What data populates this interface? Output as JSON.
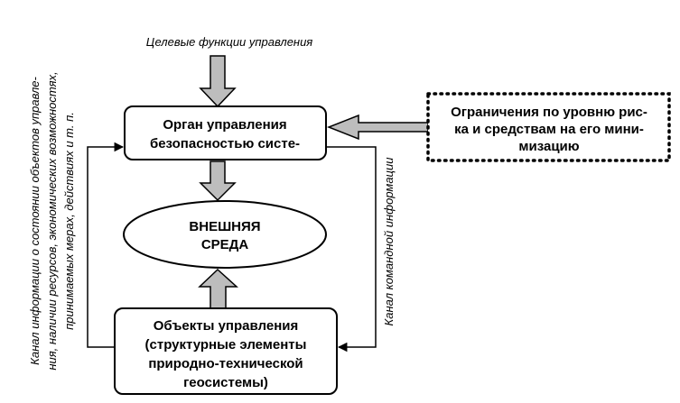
{
  "top_label": "Целевые функции управления",
  "control_body": {
    "line1": "Орган управления",
    "line2": "безопасностью систе-"
  },
  "environment": {
    "line1": "ВНЕШНЯЯ",
    "line2": "СРЕДА"
  },
  "objects": {
    "line1": "Объекты управления",
    "line2": "(структурные  элементы",
    "line3": "природно-технической",
    "line4": "геосистемы)"
  },
  "constraints": {
    "line1": "Ограничения по уровню рис-",
    "line2": "ка и средствам на его мини-",
    "line3": "мизацию"
  },
  "left_channel": {
    "line1": "Канал информации о состоянии объектов управле-",
    "line2": "ния, наличии ресурсов, экономических возможностях,",
    "line3": "принимаемых мерах, действиях и т. п."
  },
  "right_channel": "Канал командной информации"
}
